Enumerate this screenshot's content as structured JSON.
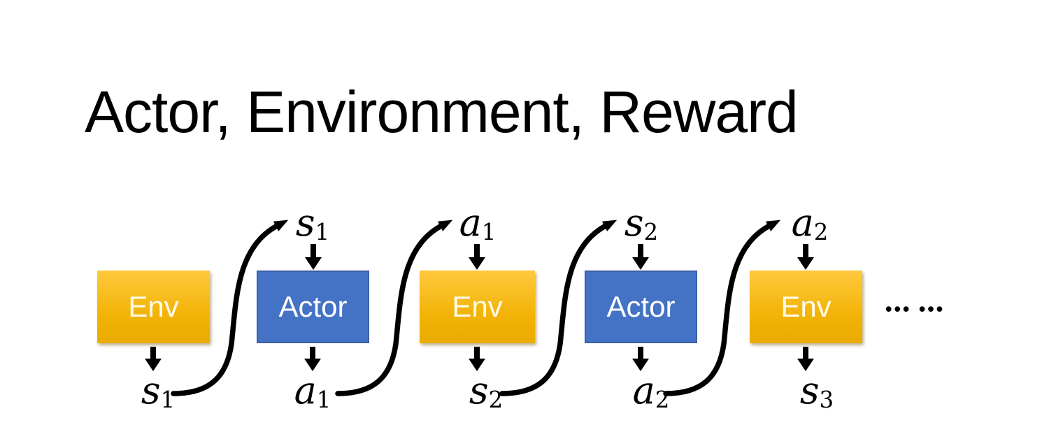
{
  "slide": {
    "title": "Actor, Environment, Reward"
  },
  "diagram": {
    "boxes": [
      {
        "id": "env-1",
        "kind": "env",
        "label": "Env"
      },
      {
        "id": "actor-1",
        "kind": "actor",
        "label": "Actor"
      },
      {
        "id": "env-2",
        "kind": "env",
        "label": "Env"
      },
      {
        "id": "actor-2",
        "kind": "actor",
        "label": "Actor"
      },
      {
        "id": "env-3",
        "kind": "env",
        "label": "Env"
      }
    ],
    "top_labels": [
      {
        "base": "s",
        "sub": "1"
      },
      {
        "base": "a",
        "sub": "1"
      },
      {
        "base": "s",
        "sub": "2"
      },
      {
        "base": "a",
        "sub": "2"
      }
    ],
    "bottom_labels": [
      {
        "base": "s",
        "sub": "1"
      },
      {
        "base": "a",
        "sub": "1"
      },
      {
        "base": "s",
        "sub": "2"
      },
      {
        "base": "a",
        "sub": "2"
      },
      {
        "base": "s",
        "sub": "3"
      }
    ],
    "ellipsis": "••• •••",
    "colors": {
      "env_gradient_top": "#FFC93E",
      "env_gradient_bottom": "#E9AB00",
      "env_text": "#FFFBE8",
      "actor_fill": "#4472C4",
      "actor_border": "#3A5FA5",
      "actor_text": "#FFFFFF",
      "arrow": "#000000",
      "title_text": "#000000"
    }
  }
}
